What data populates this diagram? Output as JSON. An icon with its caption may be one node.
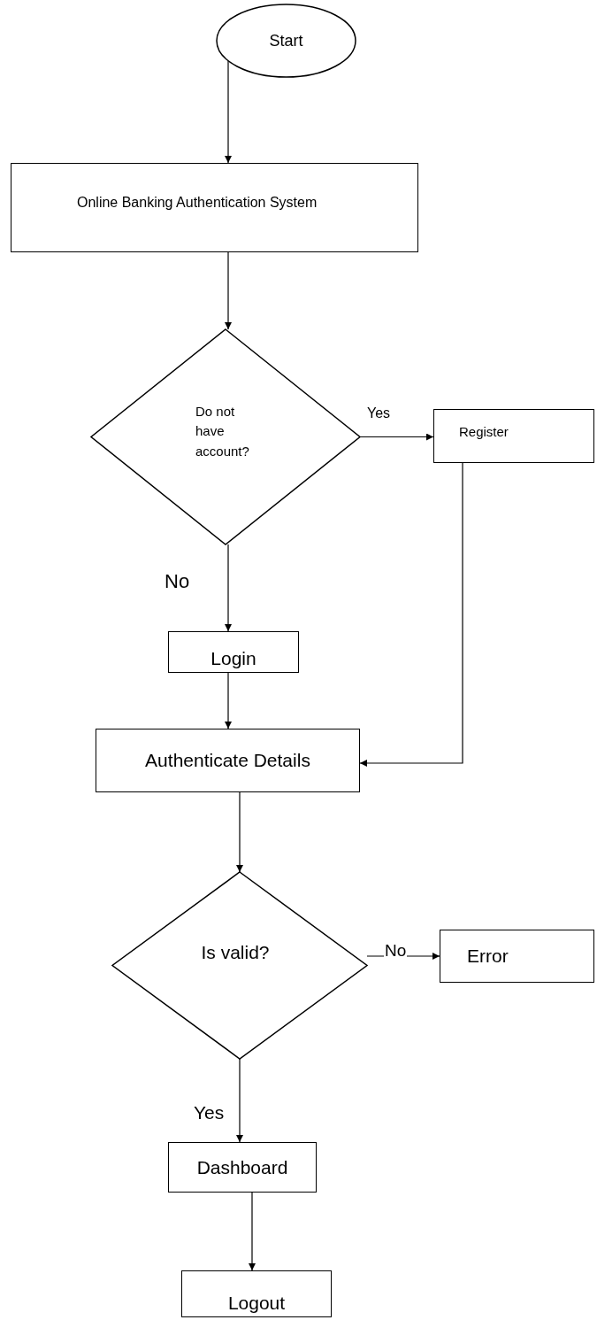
{
  "diagram": {
    "nodes": [
      {
        "text": [
          "Start"
        ]
      },
      {
        "text": [
          "Online Banking Authentication System"
        ]
      },
      {
        "text": [
          "Do not have account?"
        ]
      },
      {
        "text": [
          "Register"
        ]
      },
      {
        "text": [
          "Login"
        ]
      },
      {
        "text": [
          "Authenticate Details"
        ]
      },
      {
        "text": [
          "Is valid?"
        ]
      },
      {
        "text": [
          "Error"
        ]
      },
      {
        "text": [
          "Dashboard"
        ]
      },
      {
        "text": [
          "Logout"
        ]
      }
    ],
    "edges": [
      {
        "from": 0,
        "to": 1,
        "arrow": "to"
      },
      {
        "from": 1,
        "to": 2,
        "arrow": "to"
      },
      {
        "from": 2,
        "to": 3,
        "arrow": "to",
        "label": "Yes"
      },
      {
        "from": 2,
        "to": 4,
        "arrow": "to",
        "label": "No"
      },
      {
        "from": 4,
        "to": 5,
        "arrow": "to"
      },
      {
        "from": 3,
        "to": 5,
        "arrow": "to"
      },
      {
        "from": 5,
        "to": 6,
        "arrow": "to"
      },
      {
        "from": 6,
        "to": 7,
        "arrow": "to",
        "label": "No"
      },
      {
        "from": 6,
        "to": 8,
        "arrow": "to",
        "label": "Yes"
      },
      {
        "from": 8,
        "to": 9,
        "arrow": "to"
      }
    ]
  }
}
